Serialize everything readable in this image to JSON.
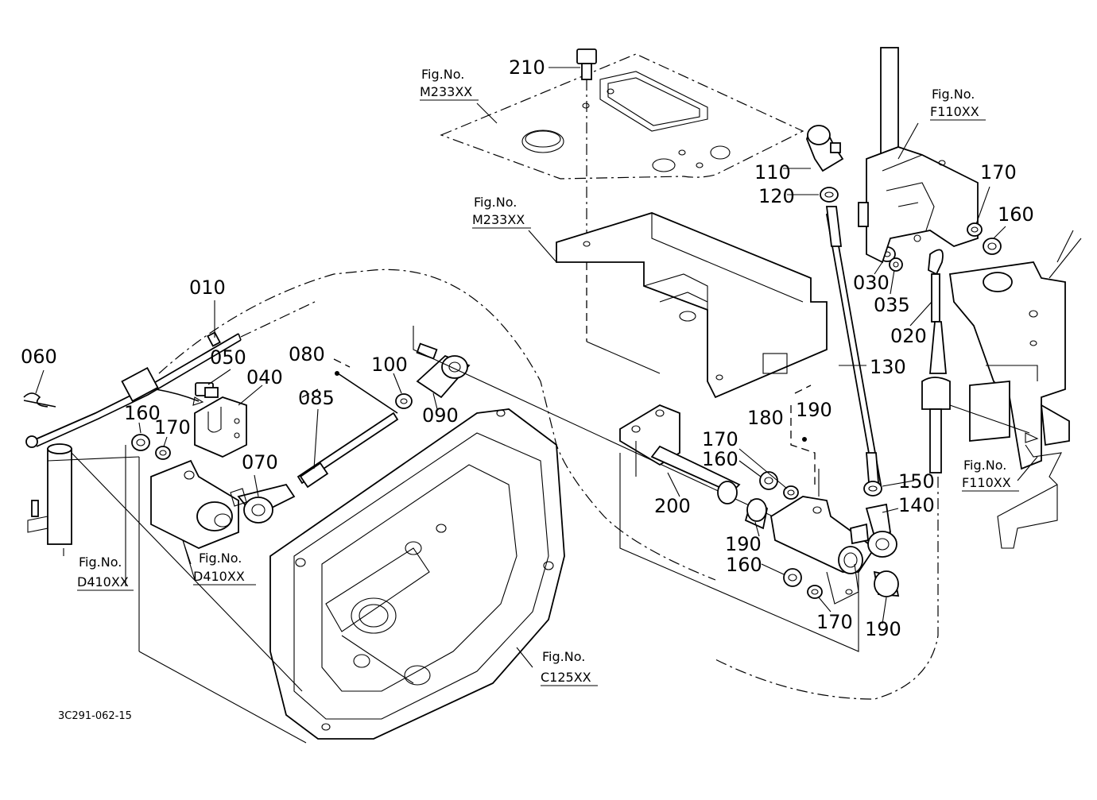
{
  "diagram": {
    "doc_code": "3C291-062-15",
    "part_numbers": {
      "p010": "010",
      "p020": "020",
      "p030": "030",
      "p035": "035",
      "p040": "040",
      "p050": "050",
      "p060": "060",
      "p070": "070",
      "p080": "080",
      "p085": "085",
      "p090": "090",
      "p100": "100",
      "p110": "110",
      "p120": "120",
      "p130": "130",
      "p140": "140",
      "p150": "150",
      "p160a": "160",
      "p160b": "160",
      "p160c": "160",
      "p160d": "160",
      "p170a": "170",
      "p170b": "170",
      "p170c": "170",
      "p170d": "170",
      "p180": "180",
      "p190a": "190",
      "p190b": "190",
      "p190c": "190",
      "p200": "200",
      "p210": "210"
    },
    "fig_refs": {
      "m233_top": {
        "label": "Fig.No.",
        "code": "M233XX"
      },
      "m233_mid": {
        "label": "Fig.No.",
        "code": "M233XX"
      },
      "f110_top": {
        "label": "Fig.No.",
        "code": "F110XX"
      },
      "f110_right": {
        "label": "Fig.No.",
        "code": "F110XX"
      },
      "d410_left": {
        "label": "Fig.No.",
        "code": "D410XX"
      },
      "d410_mid": {
        "label": "Fig.No.",
        "code": "D410XX"
      },
      "c125": {
        "label": "Fig.No.",
        "code": "C125XX"
      }
    }
  }
}
